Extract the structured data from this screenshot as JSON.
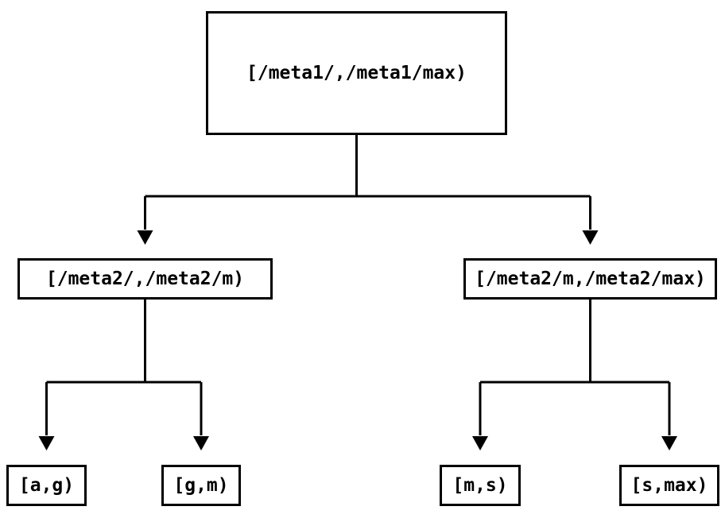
{
  "diagram": {
    "type": "tree",
    "background_color": "#ffffff",
    "line_color": "#000000",
    "box_border_color": "#000000",
    "box_fill_color": "#ffffff",
    "text_color": "#000000",
    "nodes": {
      "root": {
        "label": "[/meta1/,/meta1/max)"
      },
      "l2_left": {
        "label": "[/meta2/,/meta2/m)"
      },
      "l2_right": {
        "label": "[/meta2/m,/meta2/max)"
      },
      "leaf_ag": {
        "label": "[a,g)"
      },
      "leaf_gm": {
        "label": "[g,m)"
      },
      "leaf_ms": {
        "label": "[m,s)"
      },
      "leaf_smax": {
        "label": "[s,max)"
      }
    },
    "edges": [
      {
        "from": "root",
        "to": "l2_left"
      },
      {
        "from": "root",
        "to": "l2_right"
      },
      {
        "from": "l2_left",
        "to": "leaf_ag"
      },
      {
        "from": "l2_left",
        "to": "leaf_gm"
      },
      {
        "from": "l2_right",
        "to": "leaf_ms"
      },
      {
        "from": "l2_right",
        "to": "leaf_smax"
      }
    ]
  }
}
